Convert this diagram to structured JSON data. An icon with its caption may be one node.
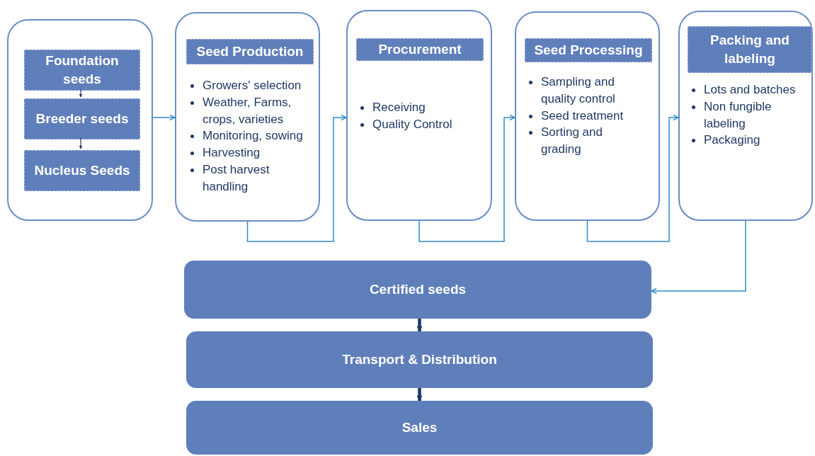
{
  "diagram": {
    "nodes": [
      {
        "text": [],
        "shape": "box"
      },
      {
        "text": [
          "Foundation seeds"
        ],
        "in": 0
      },
      {
        "text": [
          "Breeder seeds"
        ],
        "in": 0
      },
      {
        "text": [
          "Nucleus Seeds"
        ],
        "in": 0
      },
      {
        "text": [
          "Seed Production",
          "Growers' selection",
          "Weather, Farms, crops, varieties",
          "Monitoring, sowing",
          "Harvesting",
          "Post harvest handling"
        ]
      },
      {
        "text": [
          "Procurement",
          "Receiving",
          "Quality Control"
        ]
      },
      {
        "text": [
          "Seed Processing",
          "Sampling and quality control",
          "Seed treatment",
          "Sorting and grading"
        ]
      },
      {
        "text": [
          "Packing and labeling",
          "Lots and batches",
          "Non fungible labeling",
          "Packaging"
        ]
      },
      {
        "text": [
          "Certified seeds"
        ]
      },
      {
        "text": [
          "Transport & Distribution"
        ]
      },
      {
        "text": [
          "Sales"
        ]
      }
    ],
    "edges": [
      {
        "from": 1,
        "to": 2,
        "arrow": "to",
        "color": "#1f3864"
      },
      {
        "from": 2,
        "to": 3,
        "arrow": "to",
        "color": "#1f3864"
      },
      {
        "from": 0,
        "to": 4,
        "arrow": "to"
      },
      {
        "from": 4,
        "to": 5,
        "arrow": "to"
      },
      {
        "from": 5,
        "to": 6,
        "arrow": "to"
      },
      {
        "from": 6,
        "to": 7,
        "arrow": "to"
      },
      {
        "from": 7,
        "to": 8,
        "arrow": "to"
      },
      {
        "from": 8,
        "to": 9,
        "arrow": "to",
        "style": "thick",
        "color": "#1f3864"
      },
      {
        "from": 9,
        "to": 10,
        "arrow": "to",
        "style": "thick",
        "color": "#1f3864"
      }
    ]
  }
}
